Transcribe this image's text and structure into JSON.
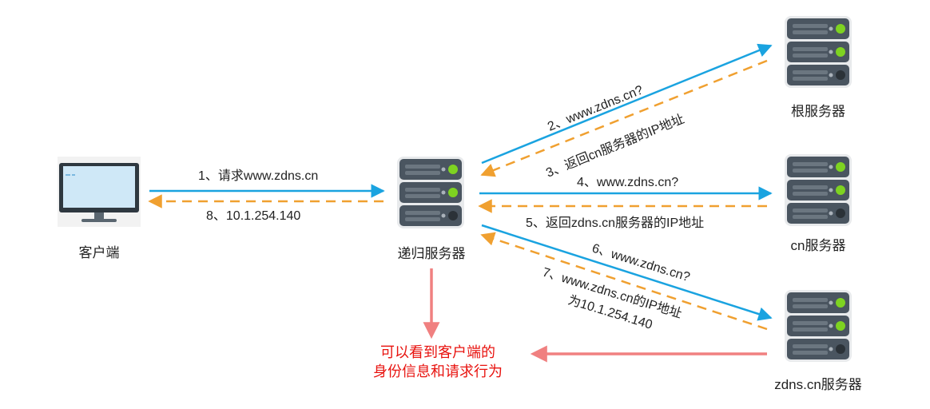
{
  "nodes": {
    "client": {
      "label": "客户端"
    },
    "recursive": {
      "label": "递归服务器"
    },
    "root": {
      "label": "根服务器"
    },
    "cn": {
      "label": "cn服务器"
    },
    "zdns": {
      "label": "zdns.cn服务器"
    }
  },
  "steps": {
    "s1": "1、请求www.zdns.cn",
    "s8": "8、10.1.254.140",
    "s2": "2、www.zdns.cn?",
    "s3": "3、返回cn服务器的IP地址",
    "s4": "4、www.zdns.cn?",
    "s5": "5、返回zdns.cn服务器的IP地址",
    "s6": "6、www.zdns.cn?",
    "s7_line1": "7、www.zdns.cn的IP地址",
    "s7_line2": "为10.1.254.140"
  },
  "note": {
    "line1": "可以看到客户端的",
    "line2": "身份信息和请求行为"
  },
  "colors": {
    "request": "#1aa3e0",
    "response": "#f0a030",
    "note_arrow": "#f08080",
    "note_text": "#e8130f",
    "server_body": "#4a5560",
    "server_light": "#7ed321"
  }
}
